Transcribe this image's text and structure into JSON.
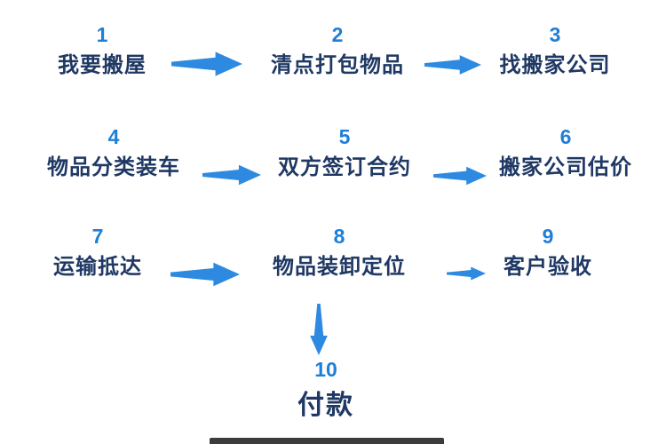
{
  "diagram": {
    "type": "flowchart",
    "topic": "moving-house-process",
    "colors": {
      "step_number": "#1e7fd8",
      "step_label": "#1f3864",
      "arrow": "#2e8ae0",
      "background": "#ffffff"
    },
    "steps": [
      {
        "num": "1",
        "label": "我要搬屋"
      },
      {
        "num": "2",
        "label": "清点打包物品"
      },
      {
        "num": "3",
        "label": "找搬家公司"
      },
      {
        "num": "4",
        "label": "物品分类装车"
      },
      {
        "num": "5",
        "label": "双方签订合约"
      },
      {
        "num": "6",
        "label": "搬家公司估价"
      },
      {
        "num": "7",
        "label": "运输抵达"
      },
      {
        "num": "8",
        "label": "物品装卸定位"
      },
      {
        "num": "9",
        "label": "客户验收"
      },
      {
        "num": "10",
        "label": "付款"
      }
    ],
    "flow": [
      "1→2",
      "2→3",
      "4→5",
      "5→6",
      "7→8",
      "8→9",
      "8↓10"
    ]
  }
}
